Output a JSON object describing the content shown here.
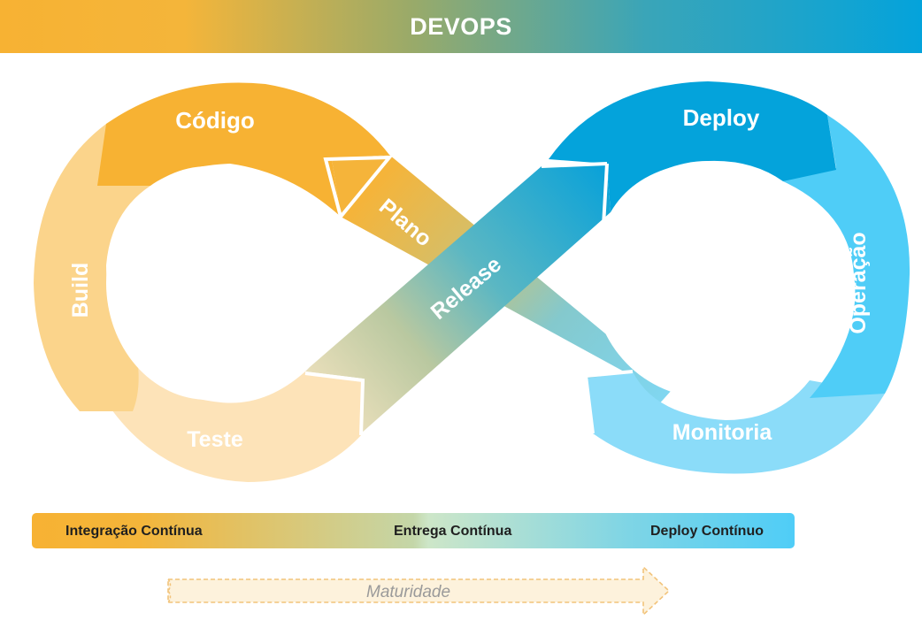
{
  "header": {
    "title": "DEVOPS"
  },
  "diagram": {
    "stages": {
      "codigo": "Código",
      "build": "Build",
      "teste": "Teste",
      "plano": "Plano",
      "release": "Release",
      "deploy": "Deploy",
      "operacao": "Operação",
      "monitoria": "Monitoria"
    }
  },
  "bar": {
    "integracao": "Integração Contínua",
    "entrega": "Entrega Contínua",
    "deploy": "Deploy Contínuo"
  },
  "maturity": {
    "label": "Maturidade"
  },
  "colors": {
    "orange": "#f7b233",
    "blue": "#04a3db",
    "light_blue": "#4fcdf7"
  }
}
